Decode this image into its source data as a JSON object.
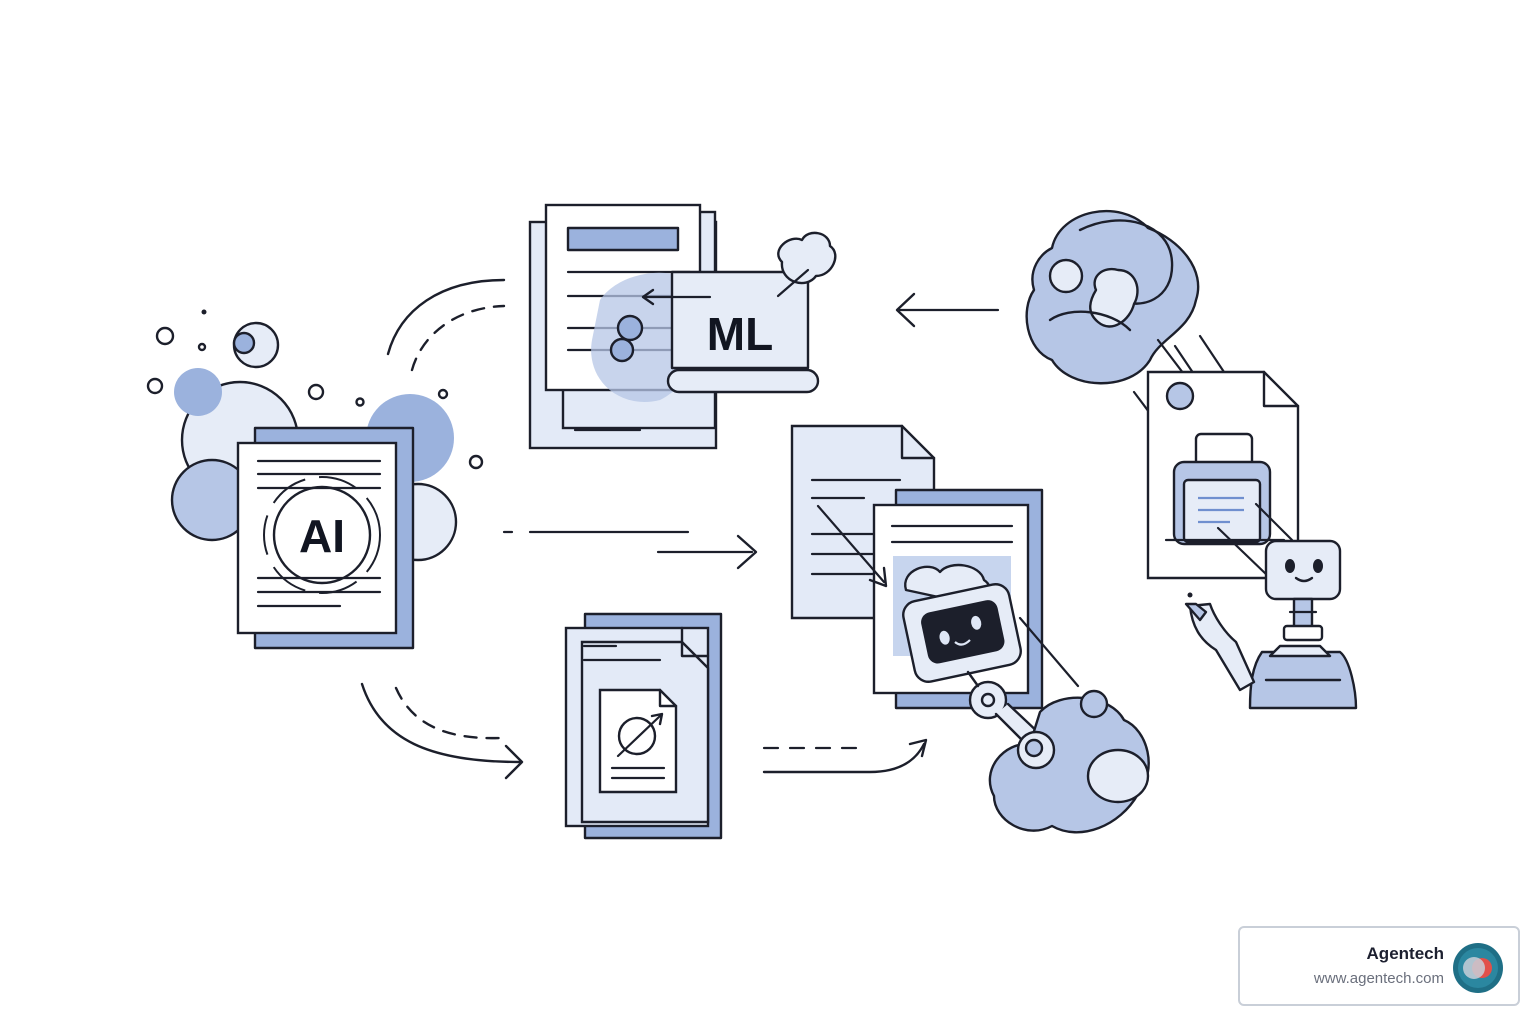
{
  "badges": {
    "ai": "AI",
    "ml": "ML"
  },
  "watermark": {
    "name": "Agentech",
    "url": "www.agentech.com"
  },
  "colors": {
    "ink": "#1c1f2b",
    "blue_light": "#e3eaf7",
    "blue_mid": "#b6c6e6",
    "blue_deep": "#9bb2dd",
    "logo_teal": "#1f6f86",
    "logo_red": "#e2504a"
  },
  "icons": [
    "ai-document-icon",
    "ml-document-icon",
    "document-stack-icon",
    "robot-document-icon",
    "robot-arm-icon",
    "cloud-blob-icon",
    "arrow-icon"
  ]
}
